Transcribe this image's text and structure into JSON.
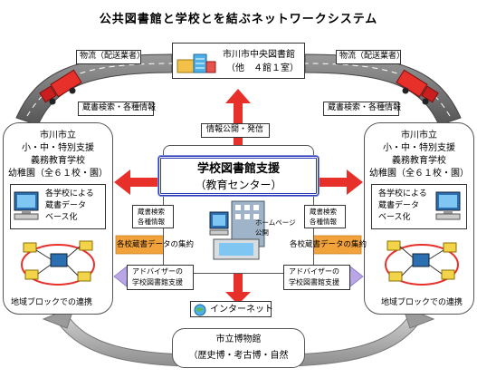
{
  "title": "公共図書館と学校とを結ぶネットワークシステム",
  "central_library": {
    "name": "市川市中央図書館",
    "sub": "（他　４館１室）"
  },
  "logistics_left": "物流（配送業者）",
  "logistics_right": "物流（配送業者）",
  "search_left": "蔵書検索・各種情報",
  "search_right": "蔵書検索・各種情報",
  "info_publish": "情報公開・発信",
  "support_center": {
    "line1": "学校図書館支援",
    "line2": "（教育センター）"
  },
  "left_school": {
    "line1": "市川市立",
    "line2": "小・中・特別支援",
    "line3": "義務教育学校",
    "line4": "幼稚園（全６１校・園）",
    "db_line1": "各学校による",
    "db_line2": "蔵書データ",
    "db_line3": "ベース化",
    "region": "地域ブロックでの連携"
  },
  "right_school": {
    "line1": "市川市立",
    "line2": "小・中・特別支援",
    "line3": "義務教育学校",
    "line4": "幼稚園（全６１校・園）",
    "db_line1": "各学校による",
    "db_line2": "蔵書データ",
    "db_line3": "ベース化",
    "region": "地域ブロックでの連携"
  },
  "center_small_left": {
    "l1": "蔵書検索",
    "l2": "各種情報"
  },
  "center_small_right": {
    "l1": "蔵書検索",
    "l2": "各種情報"
  },
  "homepage": {
    "l1": "ホームページ",
    "l2": "公開"
  },
  "aggregation_left": "各校蔵書データの集約",
  "aggregation_right": "各校蔵書データの集約",
  "advisor_left": {
    "l1": "アドバイザーの",
    "l2": "学校図書館支援"
  },
  "advisor_right": {
    "l1": "アドバイザーの",
    "l2": "学校図書館支援"
  },
  "internet": "インターネット",
  "museum": {
    "line1": "市立博物館",
    "line2": "（歴史博・考古博・自然"
  },
  "colors": {
    "red_arrow": "#e8302a",
    "orange_arrow": "#f2a23a",
    "purple_arrow": "#b9a6e6",
    "grey_road": "#7a7a7a",
    "blue_border": "#2a39b8"
  }
}
